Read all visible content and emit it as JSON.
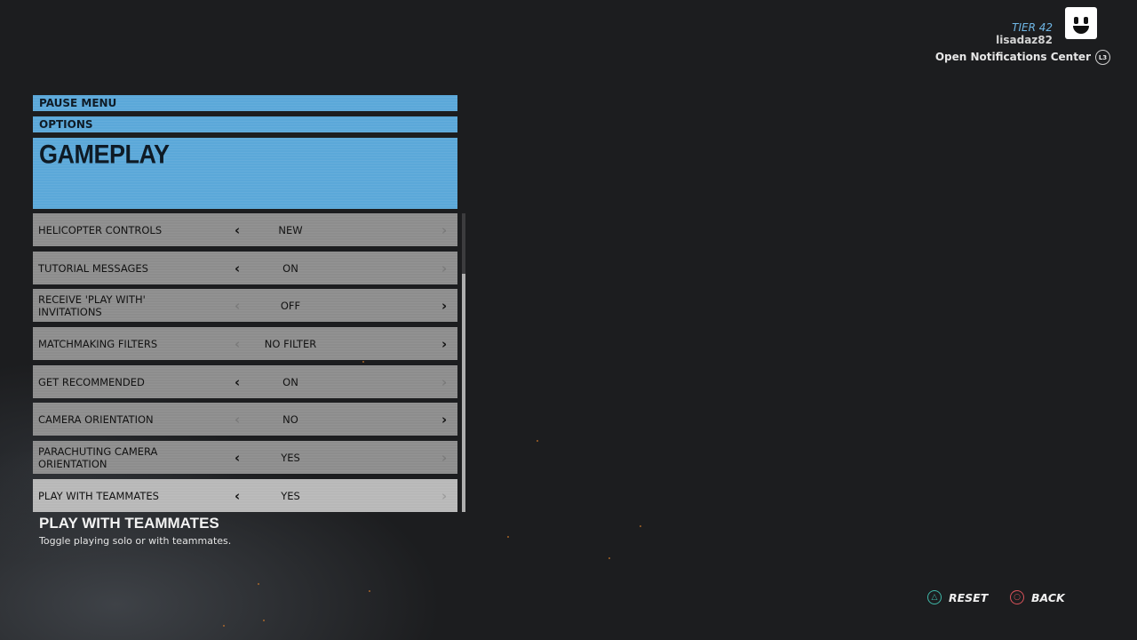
{
  "profile": {
    "tier": "TIER 42",
    "username": "lisadaz82",
    "notifications_label": "Open Notifications Center",
    "notifications_button": "L3"
  },
  "breadcrumb": {
    "level1": "PAUSE MENU",
    "level2": "OPTIONS",
    "title": "GAMEPLAY"
  },
  "options": [
    {
      "label": "HELICOPTER CONTROLS",
      "value": "NEW",
      "left_enabled": true,
      "right_enabled": false
    },
    {
      "label": "TUTORIAL MESSAGES",
      "value": "ON",
      "left_enabled": true,
      "right_enabled": false
    },
    {
      "label": "RECEIVE 'PLAY WITH' INVITATIONS",
      "value": "OFF",
      "left_enabled": false,
      "right_enabled": true
    },
    {
      "label": "MATCHMAKING FILTERS",
      "value": "NO FILTER",
      "left_enabled": false,
      "right_enabled": true
    },
    {
      "label": "GET RECOMMENDED",
      "value": "ON",
      "left_enabled": true,
      "right_enabled": false
    },
    {
      "label": "CAMERA ORIENTATION",
      "value": "NO",
      "left_enabled": false,
      "right_enabled": true
    },
    {
      "label": "PARACHUTING CAMERA ORIENTATION",
      "value": "YES",
      "left_enabled": true,
      "right_enabled": false
    },
    {
      "label": "PLAY WITH TEAMMATES",
      "value": "YES",
      "left_enabled": true,
      "right_enabled": false,
      "selected": true
    }
  ],
  "description": {
    "title": "PLAY WITH TEAMMATES",
    "text": "Toggle playing solo or with teammates."
  },
  "buttons": {
    "reset_label": "RESET",
    "reset_icon": "triangle-icon",
    "back_label": "BACK",
    "back_icon": "circle-icon"
  },
  "colors": {
    "header_blue": "#5ba8d9",
    "row_gray": "#8d8d8d",
    "row_selected": "#b8b8b8",
    "tier_blue": "#6fb7e6",
    "triangle_teal": "#3fb8a8",
    "circle_red": "#d9525a"
  }
}
